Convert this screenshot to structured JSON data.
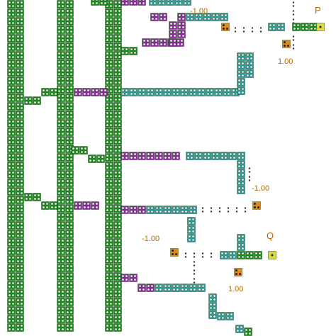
{
  "diagram": {
    "colors": {
      "green": "#1a8a1a",
      "teal": "#2e9a9a",
      "purple": "#8c2a9c",
      "orange": "#e08a1e",
      "yellow": "#d8d845",
      "white": "#ffffff",
      "wire": "#333333",
      "hole": "#ffffff",
      "label": "#b36b00"
    },
    "labels": {
      "p": "P",
      "q": "Q",
      "p_top": "-1.00",
      "p_bottom": "1.00",
      "q_top": "-1.00",
      "q_left": "-1.00",
      "q_bottom": "1.00"
    }
  }
}
